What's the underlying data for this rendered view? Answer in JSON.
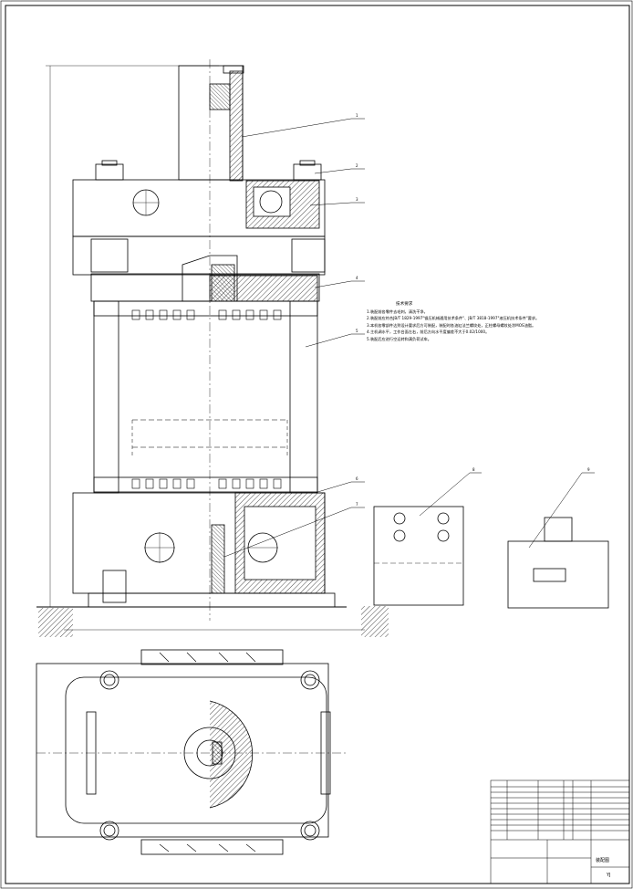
{
  "drawing": {
    "tech_title": "技术要求",
    "tech_notes": [
      "1.装配前各零件去毛刺，清洗干净。",
      "2.装配前应符合JB/T 1829-1997\"锻压机械通用技术条件\"、JB/T 3818-1997\"液压机技术条件\"要求。",
      "3.本机各零部件达到设计要求后方可装配，装配时各油缸法兰螺纹处，正柱螺母螺纹处涂MOS油脂。",
      "4.主机调水平，工作台面左右，前后方向水平度偏差不大于0.02/1000。",
      "5.装配后应进行空运转和满负荷试车。"
    ],
    "callouts": [
      "1",
      "2",
      "3",
      "4",
      "5",
      "6",
      "7",
      "8",
      "9"
    ],
    "title_block": {
      "drawing_name": "装配图",
      "code": "YJ"
    }
  }
}
